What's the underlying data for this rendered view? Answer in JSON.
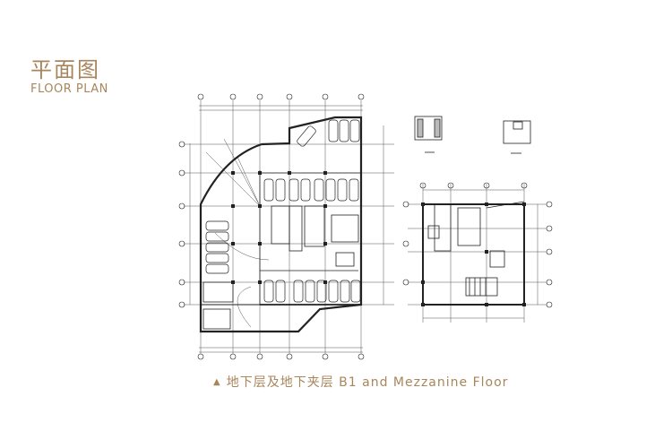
{
  "header": {
    "title_cn": "平面图",
    "title_en": "FLOOR PLAN"
  },
  "caption": {
    "marker": "▲",
    "text": "地下层及地下夹层  B1 and Mezzanine Floor"
  },
  "colors": {
    "accent": "#a8865c",
    "drawing": "#1a1a1a"
  }
}
